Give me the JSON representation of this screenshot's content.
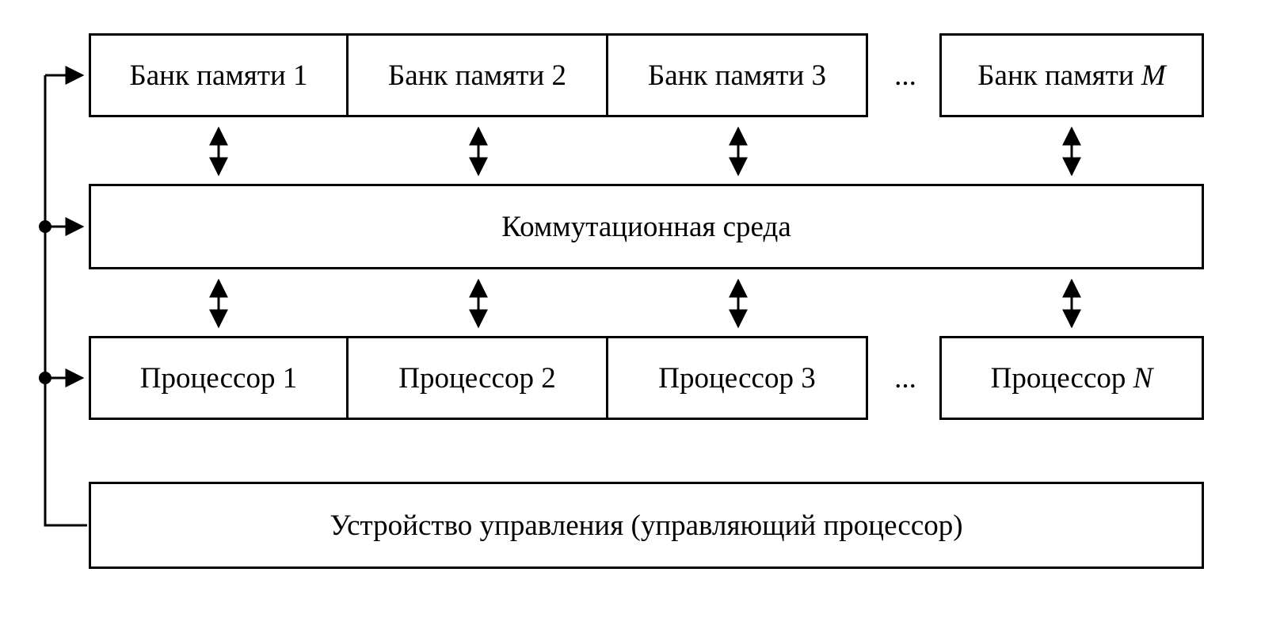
{
  "diagram": {
    "memory_row": {
      "items": [
        "Банк памяти 1",
        "Банк памяти 2",
        "Банк памяти 3"
      ],
      "ellipsis": "...",
      "last_prefix": "Банк памяти ",
      "last_var": "M"
    },
    "switch_box": {
      "label": "Коммутационная среда"
    },
    "processor_row": {
      "items": [
        "Процессор 1",
        "Процессор 2",
        "Процессор 3"
      ],
      "ellipsis": "...",
      "last_prefix": "Процессор ",
      "last_var": "N"
    },
    "control_box": {
      "label": "Устройство управления (управляющий процессор)"
    },
    "colors": {
      "line": "#000000",
      "background": "#ffffff"
    }
  }
}
